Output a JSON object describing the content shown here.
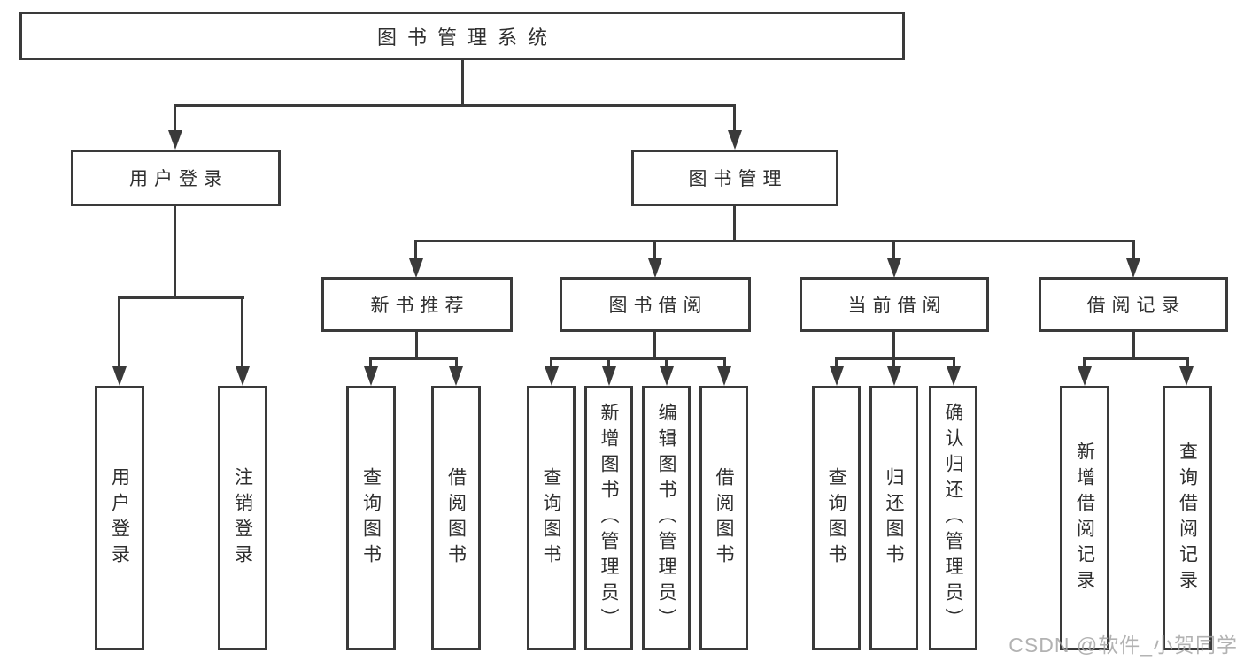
{
  "diagram": {
    "type": "hierarchy-tree",
    "title": "图书管理系统"
  },
  "tree": {
    "root": {
      "label": "图书管理系统",
      "children": [
        {
          "label": "用户登录",
          "children": [
            {
              "label": "用户登录"
            },
            {
              "label": "注销登录"
            }
          ]
        },
        {
          "label": "图书管理",
          "children": [
            {
              "label": "新书推荐",
              "children": [
                {
                  "label": "查询图书"
                },
                {
                  "label": "借阅图书"
                }
              ]
            },
            {
              "label": "图书借阅",
              "children": [
                {
                  "label": "查询图书"
                },
                {
                  "label": "新增图书（管理员）"
                },
                {
                  "label": "编辑图书（管理员）"
                },
                {
                  "label": "借阅图书"
                }
              ]
            },
            {
              "label": "当前借阅",
              "children": [
                {
                  "label": "查询图书"
                },
                {
                  "label": "归还图书"
                },
                {
                  "label": "确认归还（管理员）"
                }
              ]
            },
            {
              "label": "借阅记录",
              "children": [
                {
                  "label": "新增借阅记录"
                },
                {
                  "label": "查询借阅记录"
                }
              ]
            }
          ]
        }
      ]
    }
  },
  "colors": {
    "line": "#3a3a3a",
    "text": "#2f2f2f",
    "background": "#ffffff",
    "watermark": "#a4a4a4"
  },
  "watermark": {
    "text": "CSDN @软件_小贺同学"
  }
}
